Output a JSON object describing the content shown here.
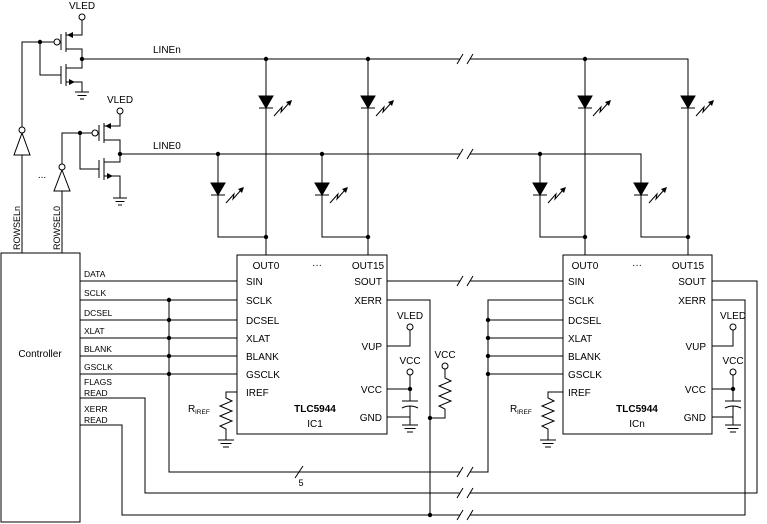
{
  "top_section": {
    "vled_n": "VLED",
    "vled_0": "VLED",
    "line_n": "LINEn",
    "line_0": "LINE0",
    "rowsel_ellipsis": "...",
    "rowsel_n": "ROWSELn",
    "rowsel_0": "ROWSEL0"
  },
  "controller": {
    "title": "Controller",
    "outputs": [
      "DATA",
      "SCLK",
      "DCSEL",
      "XLAT",
      "BLANK",
      "GSCLK",
      "FLAGS",
      "READ",
      "XERR",
      "READ"
    ]
  },
  "bus": {
    "width": "5"
  },
  "xerr_pullup": {
    "supply": "VCC"
  },
  "ics": [
    {
      "part_number": "TLC5944",
      "designator": "IC1",
      "outputs": [
        "OUT0",
        "···",
        "OUT15"
      ],
      "pins_left": [
        "SIN",
        "SCLK",
        "DCSEL",
        "XLAT",
        "BLANK",
        "GSCLK",
        "IREF"
      ],
      "pins_right": [
        "SOUT",
        "XERR",
        "VUP",
        "VCC",
        "GND"
      ],
      "vup_supply": "VLED",
      "vcc_supply": "VCC",
      "iref_resistor": {
        "symbol": "R",
        "subscript": "IREF"
      }
    },
    {
      "part_number": "TLC5944",
      "designator": "ICn",
      "outputs": [
        "OUT0",
        "···",
        "OUT15"
      ],
      "pins_left": [
        "SIN",
        "SCLK",
        "DCSEL",
        "XLAT",
        "BLANK",
        "GSCLK",
        "IREF"
      ],
      "pins_right": [
        "SOUT",
        "XERR",
        "VUP",
        "VCC",
        "GND"
      ],
      "vup_supply": "VLED",
      "vcc_supply": "VCC",
      "iref_resistor": {
        "symbol": "R",
        "subscript": "IREF"
      }
    }
  ]
}
